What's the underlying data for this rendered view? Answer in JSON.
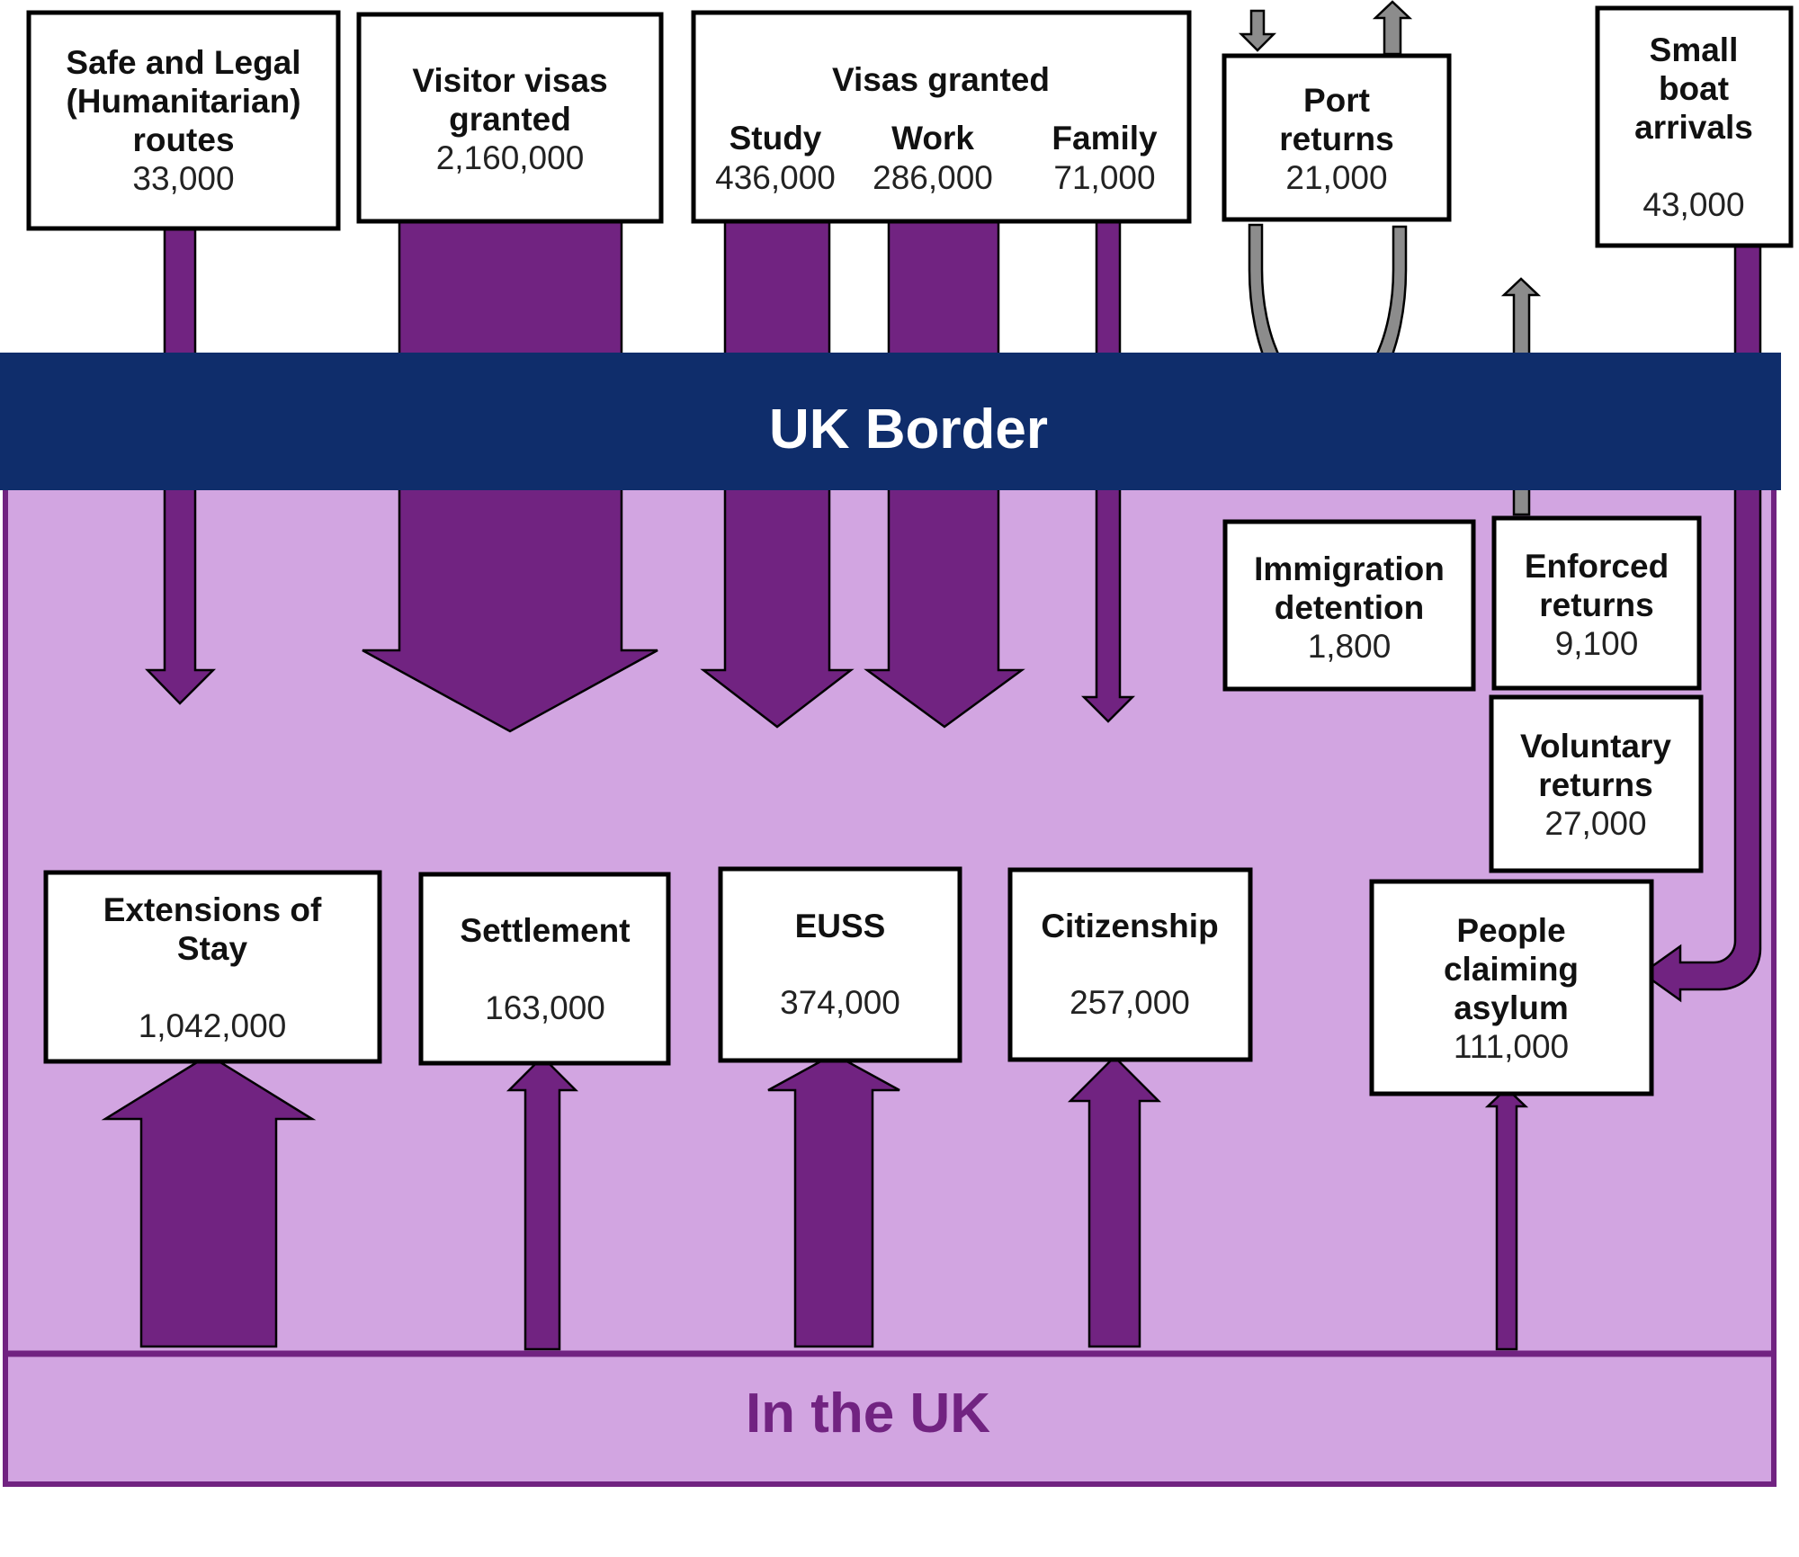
{
  "diagram": {
    "colors": {
      "flow": "#712381",
      "uk_area": "#d2a5e1",
      "uk_area_border": "#712381",
      "border_band": "#0f2d6b",
      "border_text": "#ffffff",
      "in_uk_text": "#712381",
      "return_flow": "#8c8c8c"
    },
    "border_label": "UK Border",
    "in_uk_label": "In the UK",
    "entry_boxes": {
      "safe_legal": {
        "title_lines": [
          "Safe and Legal",
          "(Humanitarian)",
          "routes"
        ],
        "value": "33,000"
      },
      "visitor": {
        "title_lines": [
          "Visitor visas",
          "granted"
        ],
        "value": "2,160,000"
      },
      "visas_granted": {
        "title": "Visas granted",
        "categories": [
          {
            "label": "Study",
            "value": "436,000"
          },
          {
            "label": "Work",
            "value": "286,000"
          },
          {
            "label": "Family",
            "value": "71,000"
          }
        ]
      },
      "port_returns": {
        "title_lines": [
          "Port",
          "returns"
        ],
        "value": "21,000"
      },
      "small_boat": {
        "title_lines": [
          "Small",
          "boat",
          "arrivals"
        ],
        "value": "43,000"
      }
    },
    "enforcement_boxes": {
      "detention": {
        "title_lines": [
          "Immigration",
          "detention"
        ],
        "value": "1,800"
      },
      "enforced": {
        "title_lines": [
          "Enforced",
          "returns"
        ],
        "value": "9,100"
      },
      "voluntary": {
        "title_lines": [
          "Voluntary",
          "returns"
        ],
        "value": "27,000"
      }
    },
    "in_uk_boxes": {
      "extensions": {
        "title_lines": [
          "Extensions of",
          "Stay"
        ],
        "value": "1,042,000"
      },
      "settlement": {
        "title_lines": [
          "Settlement"
        ],
        "value": "163,000"
      },
      "euss": {
        "title_lines": [
          "EUSS"
        ],
        "value": "374,000"
      },
      "citizenship": {
        "title_lines": [
          "Citizenship"
        ],
        "value": "257,000"
      },
      "asylum": {
        "title_lines": [
          "People",
          "claiming",
          "asylum"
        ],
        "value": "111,000"
      }
    }
  }
}
